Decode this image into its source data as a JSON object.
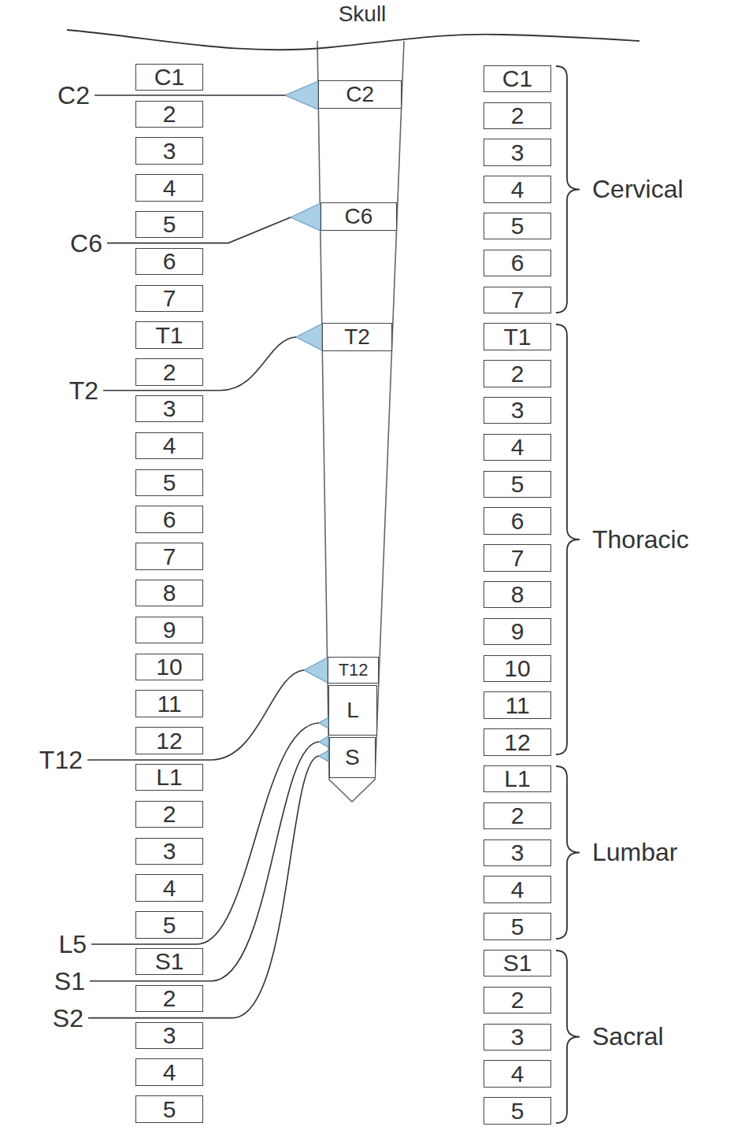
{
  "diagram": {
    "nodes": [
      {
        "text": [
          "C1"
        ]
      },
      {
        "text": [
          "2"
        ]
      },
      {
        "text": [
          "3"
        ]
      },
      {
        "text": [
          "4"
        ]
      },
      {
        "text": [
          "5"
        ]
      },
      {
        "text": [
          "6"
        ]
      },
      {
        "text": [
          "7"
        ]
      },
      {
        "text": [
          "T1"
        ]
      },
      {
        "text": [
          "2"
        ]
      },
      {
        "text": [
          "3"
        ]
      },
      {
        "text": [
          "4"
        ]
      },
      {
        "text": [
          "5"
        ]
      },
      {
        "text": [
          "6"
        ]
      },
      {
        "text": [
          "7"
        ]
      },
      {
        "text": [
          "8"
        ]
      },
      {
        "text": [
          "9"
        ]
      },
      {
        "text": [
          "10"
        ]
      },
      {
        "text": [
          "11"
        ]
      },
      {
        "text": [
          "12"
        ]
      },
      {
        "text": [
          "L1"
        ]
      },
      {
        "text": [
          "2"
        ]
      },
      {
        "text": [
          "3"
        ]
      },
      {
        "text": [
          "4"
        ]
      },
      {
        "text": [
          "5"
        ]
      },
      {
        "text": [
          "S1"
        ]
      },
      {
        "text": [
          "2"
        ]
      },
      {
        "text": [
          "3"
        ]
      },
      {
        "text": [
          "4"
        ]
      },
      {
        "text": [
          "5"
        ]
      },
      {
        "text": [
          "C2"
        ]
      },
      {
        "text": [
          "C6"
        ]
      },
      {
        "text": [
          "T2"
        ]
      },
      {
        "text": [
          "T12"
        ]
      },
      {
        "text": [
          "L"
        ]
      },
      {
        "text": [
          "S"
        ]
      },
      {
        "text": [
          "C1"
        ]
      },
      {
        "text": [
          "2"
        ]
      },
      {
        "text": [
          "3"
        ]
      },
      {
        "text": [
          "4"
        ]
      },
      {
        "text": [
          "5"
        ]
      },
      {
        "text": [
          "6"
        ]
      },
      {
        "text": [
          "7"
        ]
      },
      {
        "text": [
          "T1"
        ]
      },
      {
        "text": [
          "2"
        ]
      },
      {
        "text": [
          "3"
        ]
      },
      {
        "text": [
          "4"
        ]
      },
      {
        "text": [
          "5"
        ]
      },
      {
        "text": [
          "6"
        ]
      },
      {
        "text": [
          "7"
        ]
      },
      {
        "text": [
          "8"
        ]
      },
      {
        "text": [
          "9"
        ]
      },
      {
        "text": [
          "10"
        ]
      },
      {
        "text": [
          "11"
        ]
      },
      {
        "text": [
          "12"
        ]
      },
      {
        "text": [
          "L1"
        ]
      },
      {
        "text": [
          "2"
        ]
      },
      {
        "text": [
          "3"
        ]
      },
      {
        "text": [
          "4"
        ]
      },
      {
        "text": [
          "5"
        ]
      },
      {
        "text": [
          "S1"
        ]
      },
      {
        "text": [
          "2"
        ]
      },
      {
        "text": [
          "3"
        ]
      },
      {
        "text": [
          "4"
        ]
      },
      {
        "text": [
          "5"
        ]
      }
    ],
    "labels": [
      "Skull",
      "C2",
      "C6",
      "T2",
      "T12",
      "L5",
      "S1",
      "S2",
      "Cervical",
      "Thoracic",
      "Lumbar",
      "Sacral"
    ]
  }
}
